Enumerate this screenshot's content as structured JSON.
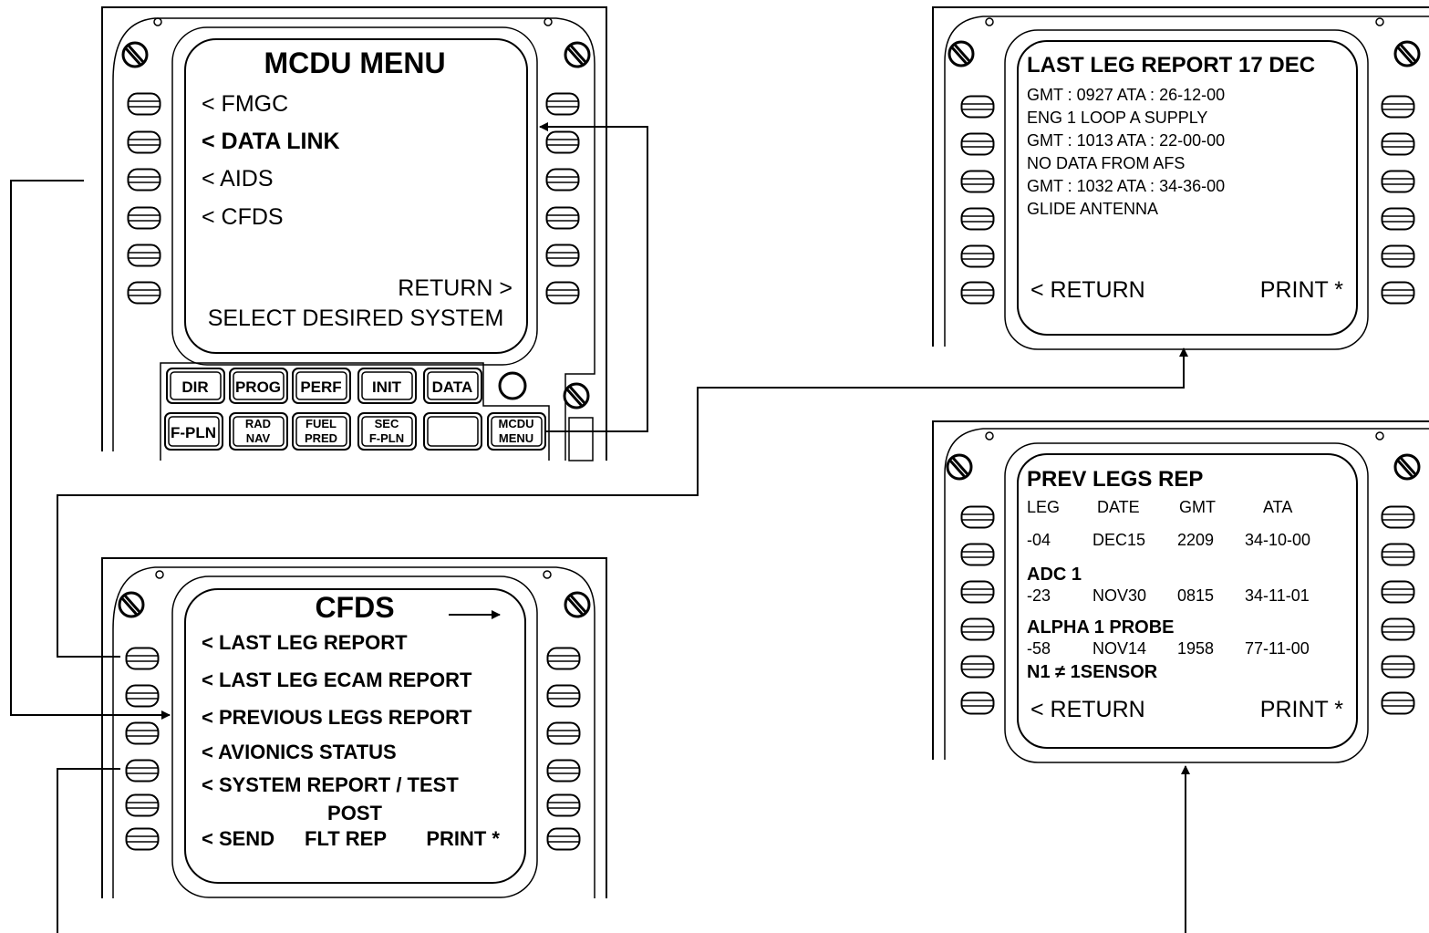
{
  "mcdu_menu": {
    "title": "MCDU MENU",
    "items": [
      "< FMGC",
      "< DATA LINK",
      "< AIDS",
      "< CFDS"
    ],
    "return_label": "RETURN >",
    "prompt": "SELECT DESIRED SYSTEM",
    "keys_row1": [
      "DIR",
      "PROG",
      "PERF",
      "INIT",
      "DATA"
    ],
    "keys_row2": [
      {
        "l1": "F-PLN",
        "l2": ""
      },
      {
        "l1": "RAD",
        "l2": "NAV"
      },
      {
        "l1": "FUEL",
        "l2": "PRED"
      },
      {
        "l1": "SEC",
        "l2": "F-PLN"
      },
      {
        "l1": "",
        "l2": ""
      },
      {
        "l1": "MCDU",
        "l2": "MENU"
      }
    ]
  },
  "cfds": {
    "title": "CFDS",
    "items": [
      "< LAST LEG REPORT",
      "< LAST LEG ECAM REPORT",
      "< PREVIOUS LEGS REPORT",
      "< AVIONICS  STATUS",
      "< SYSTEM REPORT / TEST"
    ],
    "post": "POST",
    "send": "< SEND",
    "flt_rep": "FLT REP",
    "print": "PRINT *"
  },
  "last_leg": {
    "title": "LAST LEG REPORT 17 DEC",
    "lines": [
      "GMT : 0927 ATA : 26-12-00",
      "ENG 1 LOOP A SUPPLY",
      "GMT : 1013 ATA : 22-00-00",
      "NO DATA FROM AFS",
      "GMT : 1032 ATA : 34-36-00",
      "GLIDE ANTENNA"
    ],
    "return_label": "< RETURN",
    "print": "PRINT *"
  },
  "prev_legs": {
    "title": "PREV LEGS REP",
    "headers": [
      "LEG",
      "DATE",
      "GMT",
      "ATA"
    ],
    "entries": [
      {
        "leg": "-04",
        "date": "DEC15",
        "gmt": "2209",
        "ata": "34-10-00",
        "fault": "ADC 1"
      },
      {
        "leg": "-23",
        "date": "NOV30",
        "gmt": "0815",
        "ata": "34-11-01",
        "fault": "ALPHA 1 PROBE"
      },
      {
        "leg": "-58",
        "date": "NOV14",
        "gmt": "1958",
        "ata": "77-11-00",
        "fault": "N1 ≠ 1SENSOR"
      }
    ],
    "return_label": "< RETURN",
    "print": "PRINT *"
  }
}
